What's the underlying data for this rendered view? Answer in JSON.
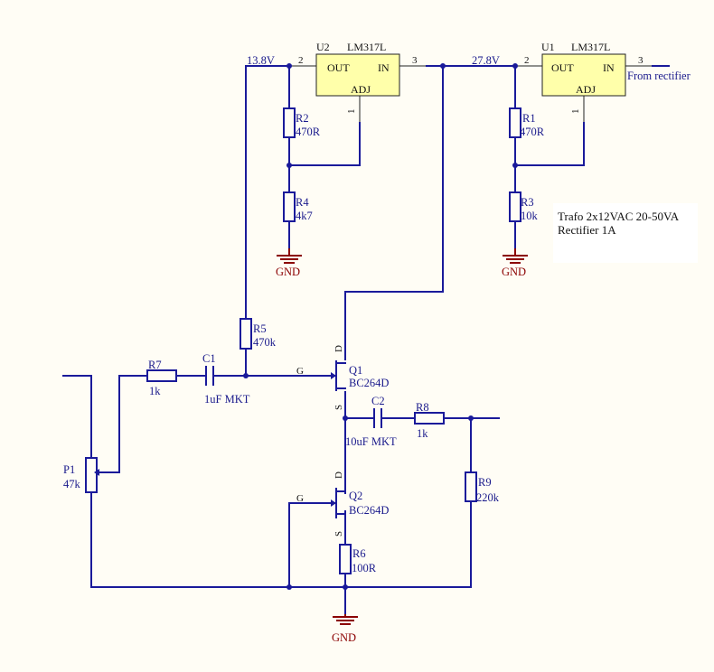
{
  "colors": {
    "background": "#fffdf5",
    "wire": "#1a1a9a",
    "ic_fill": "#ffffaa",
    "ground": "#8b0000",
    "pin": "#222222"
  },
  "regulators": [
    {
      "ref": "U2",
      "part": "LM317L",
      "pin_out": "OUT",
      "pin_in": "IN",
      "pin_adj": "ADJ",
      "pin_num_out": "2",
      "pin_num_in": "3",
      "pin_num_adj": "1"
    },
    {
      "ref": "U1",
      "part": "LM317L",
      "pin_out": "OUT",
      "pin_in": "IN",
      "pin_adj": "ADJ",
      "pin_num_out": "2",
      "pin_num_in": "3",
      "pin_num_adj": "1"
    }
  ],
  "nets": {
    "v_13_8": "13.8V",
    "v_27_8": "27.8V",
    "from_rectifier": "From rectifier"
  },
  "resistors": {
    "R1": {
      "ref": "R1",
      "value": "470R"
    },
    "R2": {
      "ref": "R2",
      "value": "470R"
    },
    "R3": {
      "ref": "R3",
      "value": "10k"
    },
    "R4": {
      "ref": "R4",
      "value": "4k7"
    },
    "R5": {
      "ref": "R5",
      "value": "470k"
    },
    "R6": {
      "ref": "R6",
      "value": "100R"
    },
    "R7": {
      "ref": "R7",
      "value": "1k"
    },
    "R8": {
      "ref": "R8",
      "value": "1k"
    },
    "R9": {
      "ref": "R9",
      "value": "220k"
    }
  },
  "capacitors": {
    "C1": {
      "ref": "C1",
      "value": "1uF MKT"
    },
    "C2": {
      "ref": "C2",
      "value": "10uF MKT"
    }
  },
  "transistors": {
    "Q1": {
      "ref": "Q1",
      "part": "BC264D",
      "gate": "G",
      "drain": "D",
      "source": "S"
    },
    "Q2": {
      "ref": "Q2",
      "part": "BC264D",
      "gate": "G",
      "drain": "D",
      "source": "S"
    }
  },
  "potentiometer": {
    "ref": "P1",
    "value": "47k"
  },
  "ground_label": "GND",
  "note": {
    "line1": "Trafo 2x12VAC 20-50VA",
    "line2": "Rectifier 1A"
  }
}
